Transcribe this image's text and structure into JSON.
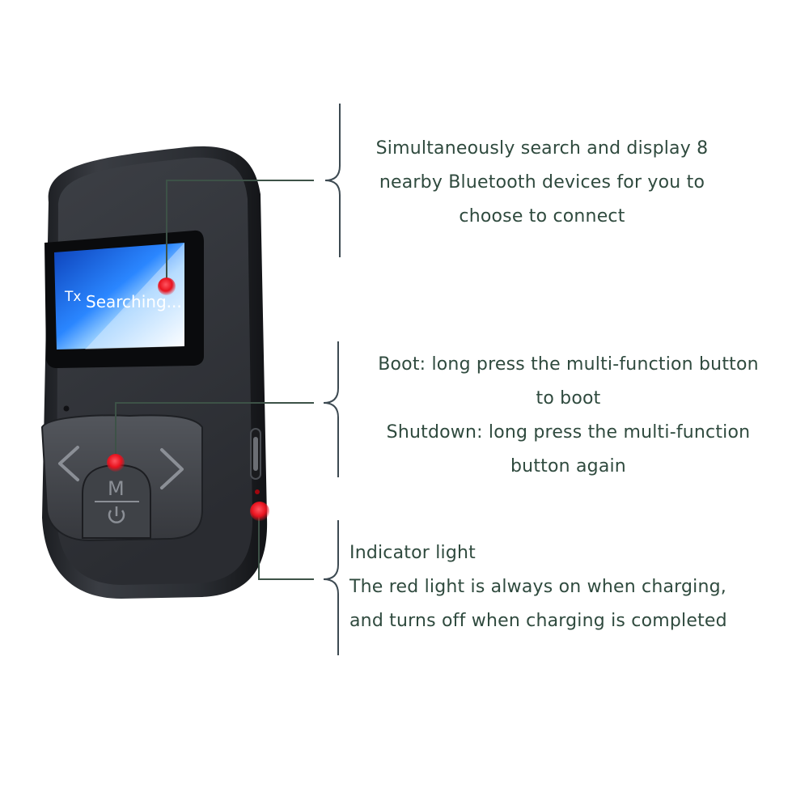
{
  "device": {
    "screen": {
      "mode_label": "Tx",
      "status_text": "Searching..."
    },
    "center_button_label": "M",
    "power_icon": "power-icon",
    "left_icon": "chevron-left-icon",
    "right_icon": "chevron-right-icon"
  },
  "callouts": {
    "search": {
      "lines": [
        "Simultaneously search and display 8",
        "nearby Bluetooth devices for you to",
        "choose to connect"
      ]
    },
    "boot": {
      "lines": [
        "Boot: long press the multi-function button",
        "to boot",
        "Shutdown: long press the multi-function",
        "button again"
      ]
    },
    "indicator": {
      "lines": [
        "Indicator light",
        "The red light is always on when charging,",
        "and turns off when charging is completed"
      ]
    }
  },
  "colors": {
    "text": "#2f4a3e",
    "leader_line": "#3d5247",
    "marker": "#e8121e",
    "device_body": "#2b2e33",
    "screen_blue": "#1f6fe0"
  }
}
